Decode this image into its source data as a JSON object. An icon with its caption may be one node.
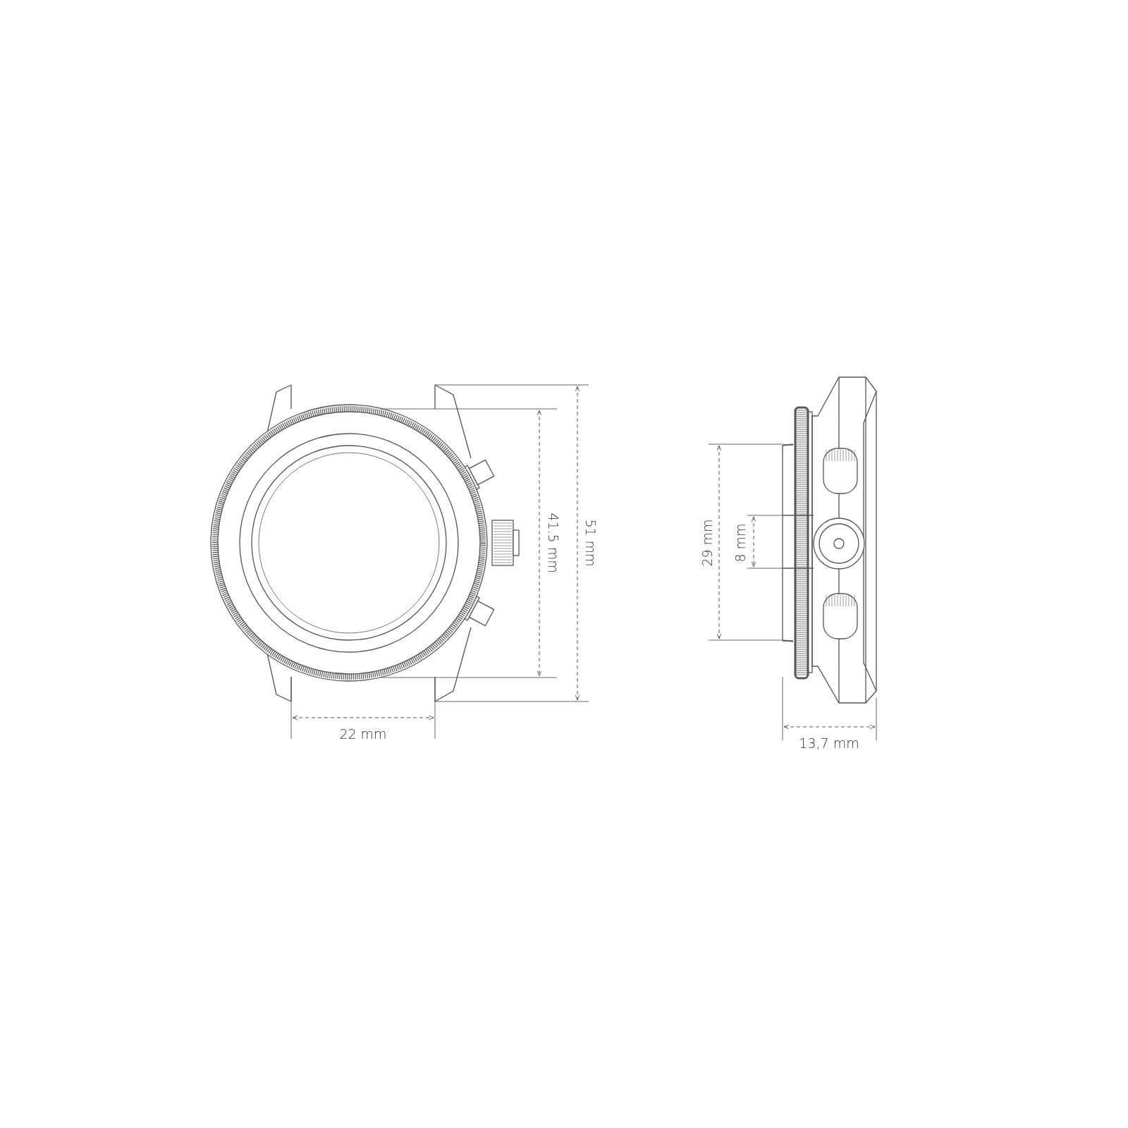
{
  "diagram": {
    "labels": [
      "41.5 mm",
      "51 mm",
      "22 mm",
      "29 mm",
      "8 mm",
      "13,7 mm"
    ]
  }
}
